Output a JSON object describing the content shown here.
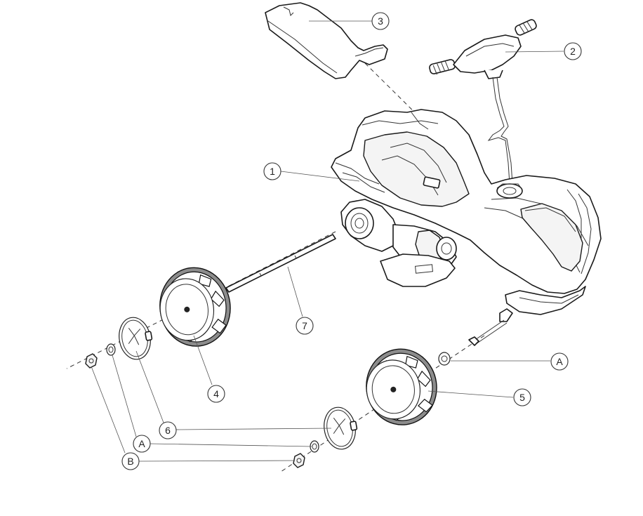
{
  "callouts": [
    {
      "id": "c1",
      "label": "1",
      "part": "body"
    },
    {
      "id": "c2",
      "label": "2",
      "part": "handlebar"
    },
    {
      "id": "c3",
      "label": "3",
      "part": "seat"
    },
    {
      "id": "c4",
      "label": "4",
      "part": "rear-wheel-left"
    },
    {
      "id": "c5",
      "label": "5",
      "part": "front-wheel-right"
    },
    {
      "id": "c6",
      "label": "6",
      "part": "hubcap"
    },
    {
      "id": "c7",
      "label": "7",
      "part": "axle"
    },
    {
      "id": "cA1",
      "label": "A",
      "part": "washer"
    },
    {
      "id": "cA2",
      "label": "A",
      "part": "washer"
    },
    {
      "id": "cB",
      "label": "B",
      "part": "nut"
    }
  ],
  "colors": {
    "line": "#1a1a1a",
    "tire": "#8c8c8c",
    "background": "#ffffff"
  }
}
